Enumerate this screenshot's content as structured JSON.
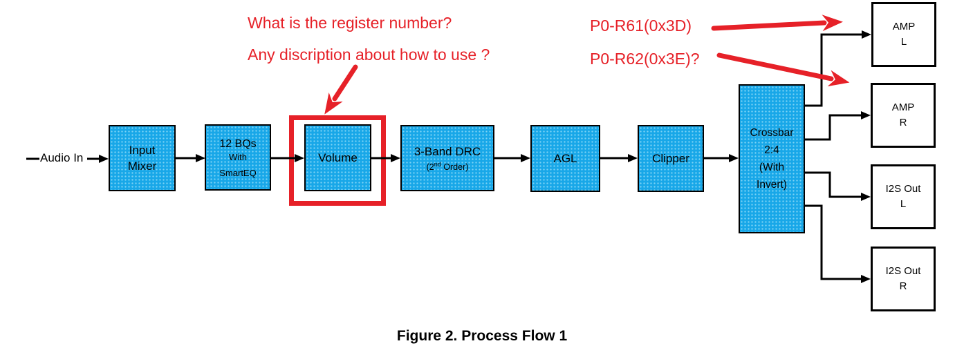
{
  "diagram": {
    "caption": "Figure 2. Process Flow 1",
    "input_label": "Audio In",
    "blocks": {
      "input_mixer": {
        "line1": "Input",
        "line2": "Mixer"
      },
      "biquads": {
        "title": "12 BQs",
        "sub1": "With",
        "sub2": "SmartEQ"
      },
      "volume": {
        "label": "Volume"
      },
      "drc": {
        "title": "3-Band DRC",
        "sub_prefix": "(2",
        "sub_sup": "nd",
        "sub_suffix": " Order)"
      },
      "agl": {
        "label": "AGL"
      },
      "clipper": {
        "label": "Clipper"
      },
      "crossbar": {
        "line1": "Crossbar",
        "line2": "2:4",
        "line3": "(With",
        "line4": "Invert)"
      },
      "amp_l": {
        "line1": "AMP",
        "line2": "L"
      },
      "amp_r": {
        "line1": "AMP",
        "line2": "R"
      },
      "i2s_out_l": {
        "line1": "I2S Out",
        "line2": "L"
      },
      "i2s_out_r": {
        "line1": "I2S Out",
        "line2": "R"
      }
    },
    "annotations": {
      "question_line1": "What is the register number?",
      "question_line2": "Any discription about how to use ?",
      "register_line1": "P0-R61(0x3D)",
      "register_line2": "P0-R62(0x3E)?"
    }
  },
  "colors": {
    "block_fill": "#18a7e8",
    "block_border": "#000000",
    "connector_black": "#000000",
    "annotation_red": "#e62128",
    "caption_black": "#000000"
  }
}
